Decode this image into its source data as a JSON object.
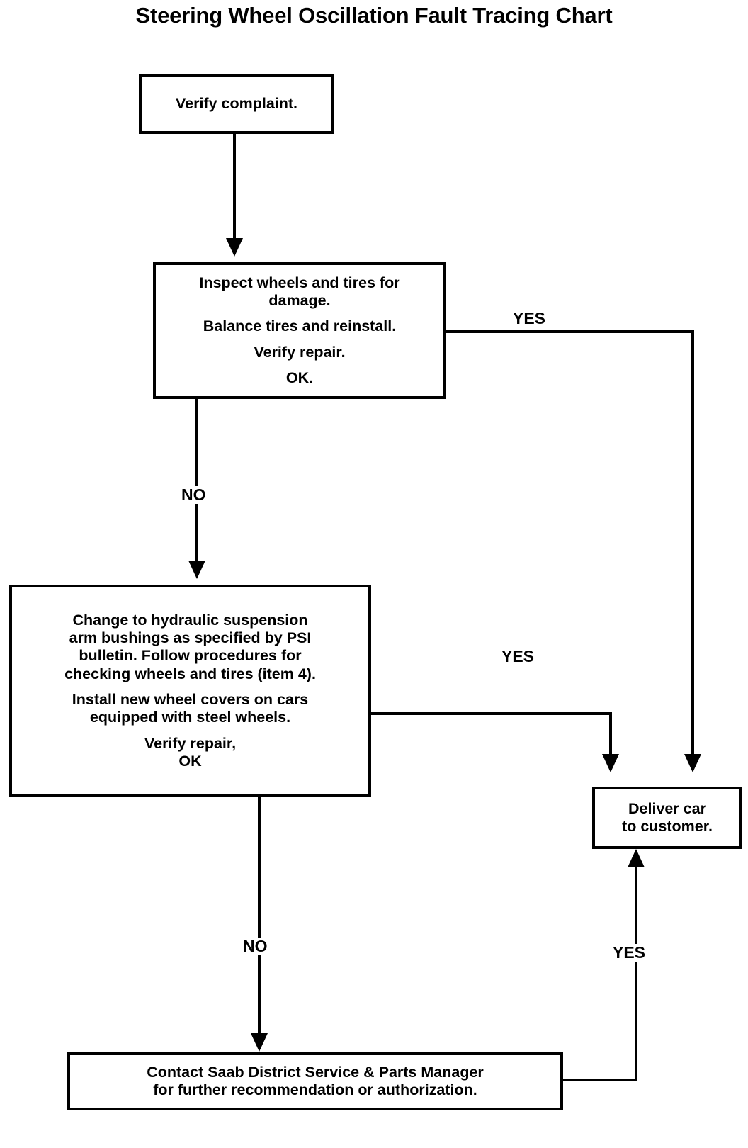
{
  "chart_data": {
    "type": "diagram",
    "diagram_kind": "flowchart",
    "title": "Steering Wheel Oscillation Fault Tracing Chart",
    "orientation": "top-to-bottom",
    "nodes": [
      {
        "id": "verify-complaint",
        "shape": "rectangle",
        "lines": [
          "Verify complaint."
        ]
      },
      {
        "id": "inspect-wheels",
        "shape": "rectangle",
        "lines": [
          "Inspect wheels and tires for damage.",
          "Balance tires and reinstall.",
          "Verify repair.",
          "OK."
        ]
      },
      {
        "id": "change-bushings",
        "shape": "rectangle",
        "lines": [
          "Change to hydraulic suspension arm bushings as specified by PSI bulletin.  Follow procedures for checking wheels and tires (item 4).",
          "Install new wheel covers on cars equipped with steel wheels.",
          "Verify repair,",
          "OK"
        ]
      },
      {
        "id": "deliver-car",
        "shape": "rectangle",
        "lines": [
          "Deliver car",
          "to customer."
        ]
      },
      {
        "id": "contact-saab",
        "shape": "rectangle",
        "lines": [
          "Contact Saab District Service & Parts Manager",
          "for further recommendation or authorization."
        ]
      }
    ],
    "edges": [
      {
        "from": "verify-complaint",
        "to": "inspect-wheels",
        "label": ""
      },
      {
        "from": "inspect-wheels",
        "to": "deliver-car",
        "label": "YES"
      },
      {
        "from": "inspect-wheels",
        "to": "change-bushings",
        "label": "NO"
      },
      {
        "from": "change-bushings",
        "to": "deliver-car",
        "label": "YES"
      },
      {
        "from": "change-bushings",
        "to": "contact-saab",
        "label": "NO"
      },
      {
        "from": "contact-saab",
        "to": "deliver-car",
        "label": "YES"
      }
    ],
    "colors": {
      "background": "#ffffff",
      "stroke": "#000000",
      "text": "#000000"
    }
  },
  "title": "Steering Wheel Oscillation Fault Tracing Chart",
  "boxes": {
    "verify_complaint": {
      "line1": "Verify complaint."
    },
    "inspect_wheels": {
      "line1": "Inspect wheels and tires for",
      "line2": "damage.",
      "line3": "Balance tires and reinstall.",
      "line4": "Verify repair.",
      "line5": "OK."
    },
    "change_bushings": {
      "line1": "Change to hydraulic suspension",
      "line2": "arm bushings as specified by PSI",
      "line3": "bulletin.  Follow procedures for",
      "line4": "checking wheels and tires (item 4).",
      "line5": "Install new wheel covers on cars",
      "line6": "equipped with steel wheels.",
      "line7": "Verify repair,",
      "line8": "OK"
    },
    "deliver_car": {
      "line1": "Deliver car",
      "line2": "to customer."
    },
    "contact_saab": {
      "line1": "Contact Saab District Service & Parts Manager",
      "line2": "for further recommendation or authorization."
    }
  },
  "edge_labels": {
    "inspect_yes": "YES",
    "inspect_no": "NO",
    "bushings_yes": "YES",
    "bushings_no": "NO",
    "contact_yes": "YES"
  }
}
